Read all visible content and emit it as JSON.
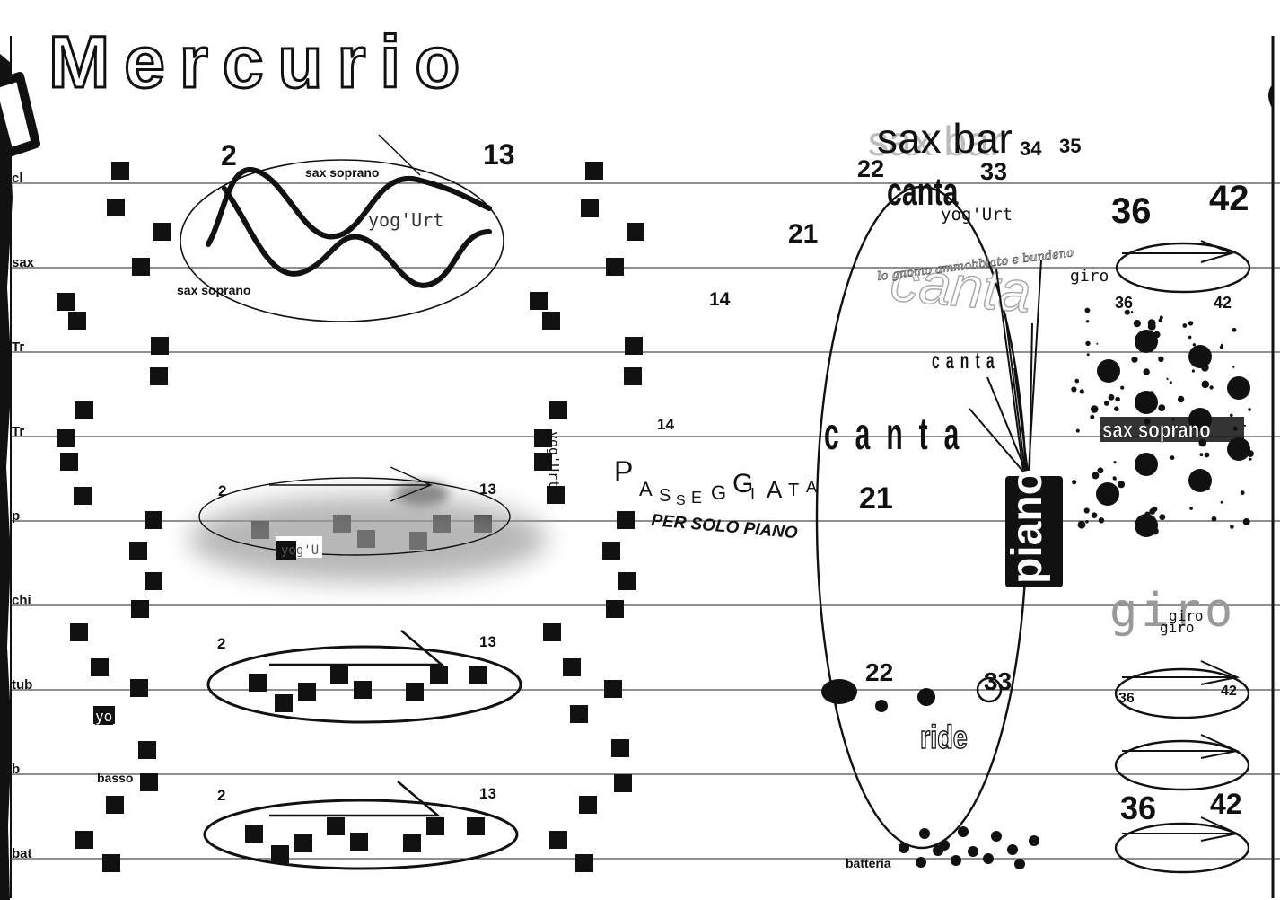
{
  "title": "Mercurio",
  "colors": {
    "ink": "#111111",
    "grey": "#9a9a9a",
    "paper": "#ffffff"
  },
  "staff": {
    "instruments": [
      "cl",
      "sax",
      "Tr",
      "Tr",
      "p",
      "chi",
      "tub",
      "b",
      "bat"
    ]
  },
  "section1": {
    "num_start": "2",
    "num_end": "13",
    "sax_label_top": "sax soprano",
    "sax_label_bottom": "sax soprano",
    "yogurt": "yog'Urt",
    "yogurt_small": "yog'U",
    "yo": "yo",
    "basso": "basso",
    "num_14a": "14",
    "num_14b": "14",
    "yogurt_vertical": "yog'Urt",
    "piano_num_start": "2",
    "piano_num_end": "13",
    "tub_num_start": "2",
    "tub_num_end": "13",
    "bat_num_start": "2",
    "bat_num_end": "13"
  },
  "passeggiata": {
    "word": "PASSEGGIATA",
    "subtitle": "PER SOLO PIANO"
  },
  "section2": {
    "sax_bar": "sax bar",
    "sax_bar_shadow": "sax bar",
    "num_22": "22",
    "num_33": "33",
    "num_34": "34",
    "num_35": "35",
    "num_21a": "21",
    "num_21b": "21",
    "canta_top": "canta",
    "yogurt": "yog'Urt",
    "lo_gnomo": "lo gnomo ammobbiato e bundeno",
    "canta_grey": "canta",
    "canta_small": "canta",
    "canta_big": "canta",
    "piano": "piano",
    "tub_22": "22",
    "tub_33": "33",
    "ride": "ride",
    "batteria": "batteria"
  },
  "section3": {
    "num_36a": "36",
    "num_42a": "42",
    "giro_a": "giro",
    "num_36b": "36",
    "num_42b": "42",
    "sax_soprano": "sax soprano",
    "giro_big": "giro",
    "giro_small1": "giro",
    "giro_small2": "giro",
    "num_36c": "36",
    "num_42c": "42",
    "num_36d": "36",
    "num_42d": "42"
  }
}
